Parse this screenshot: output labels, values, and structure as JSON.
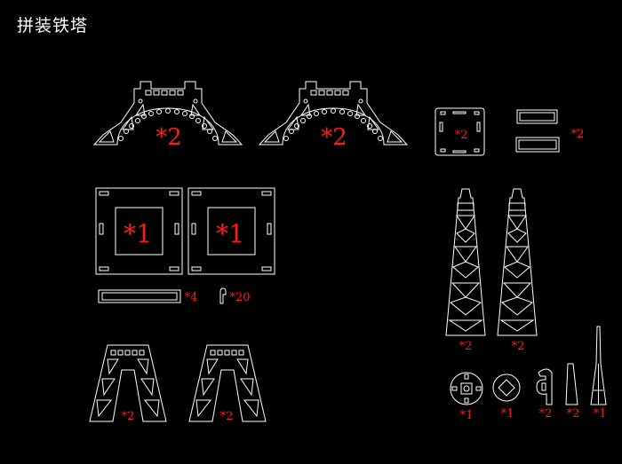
{
  "title": "拼装铁塔",
  "labels": {
    "arch_left": "*2",
    "arch_right": "*2",
    "square_plate": "*2",
    "small_strips": "*2",
    "platform_left": "*1",
    "platform_right": "*1",
    "long_strip": "*4",
    "hook": "*20",
    "leg_left": "*2",
    "leg_right": "*2",
    "base_left": "*2",
    "base_right": "*2",
    "disc_a": "*1",
    "disc_b": "*1",
    "clip": "*2",
    "wedge": "*2",
    "spire": "*1"
  },
  "colors": {
    "background": "#000000",
    "line": "#ffffff",
    "quantity": "#ff1a1a"
  }
}
